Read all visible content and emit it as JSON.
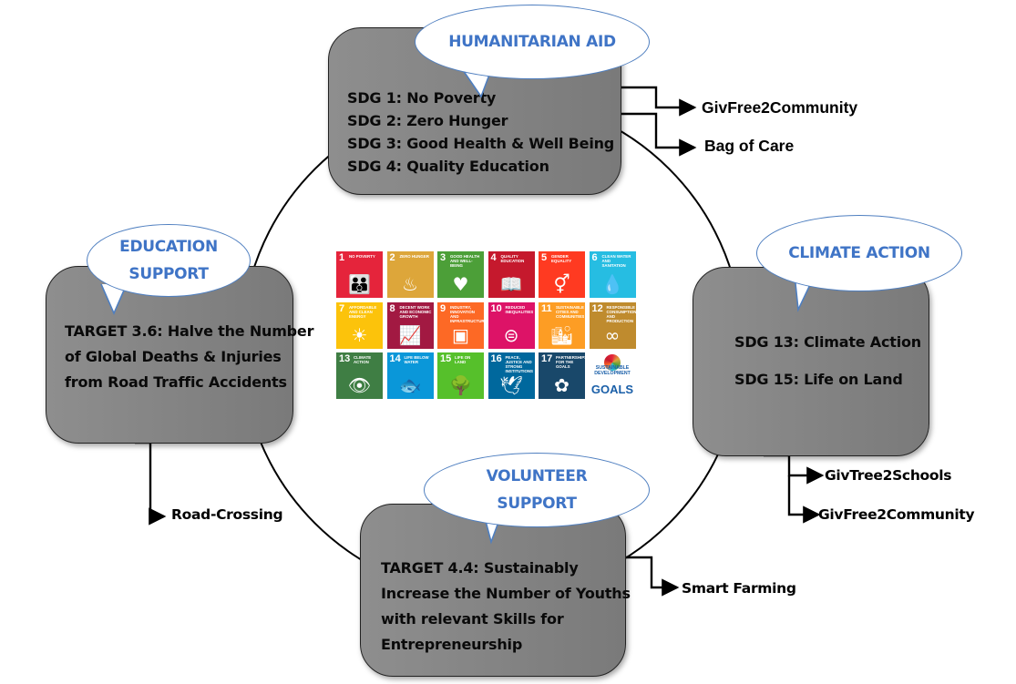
{
  "humanitarian_aid": {
    "bubble": "HUMANITARIAN AID",
    "lines": [
      "SDG 1: No Poverty",
      "SDG 2: Zero Hunger",
      "SDG 3: Good Health & Well Being",
      "SDG 4: Quality Education"
    ],
    "outputs": [
      "GivFree2Community",
      "Bag of Care"
    ]
  },
  "education_support": {
    "bubble": [
      "EDUCATION",
      "SUPPORT"
    ],
    "lines": [
      "TARGET 3.6: Halve the Number",
      "of Global Deaths & Injuries",
      "from Road Traffic Accidents"
    ],
    "outputs": [
      "Road-Crossing"
    ]
  },
  "climate_action": {
    "bubble": "CLIMATE ACTION",
    "lines": [
      "SDG 13: Climate Action",
      "SDG 15: Life on Land"
    ],
    "outputs": [
      "GivTree2Schools",
      "GivFree2Community"
    ]
  },
  "volunteer_support": {
    "bubble": [
      "VOLUNTEER",
      "SUPPORT"
    ],
    "lines": [
      "TARGET 4.4: Sustainably",
      "Increase the Number of Youths",
      "with relevant Skills for",
      "Entrepreneurship"
    ],
    "outputs": [
      "Smart Farming"
    ]
  },
  "sdg_tiles": [
    {
      "num": "1",
      "title": "No Poverty",
      "color": "#e5243b",
      "icon": "people-icon",
      "glyph": "👪"
    },
    {
      "num": "2",
      "title": "Zero Hunger",
      "color": "#dda63a",
      "icon": "bowl-icon",
      "glyph": "♨"
    },
    {
      "num": "3",
      "title": "Good Health and Well-Being",
      "color": "#4c9f38",
      "icon": "heartbeat-icon",
      "glyph": "♥"
    },
    {
      "num": "4",
      "title": "Quality Education",
      "color": "#c5192d",
      "icon": "book-icon",
      "glyph": "📖"
    },
    {
      "num": "5",
      "title": "Gender Equality",
      "color": "#ff3a21",
      "icon": "gender-icon",
      "glyph": "⚥"
    },
    {
      "num": "6",
      "title": "Clean Water and Sanitation",
      "color": "#26bde2",
      "icon": "water-icon",
      "glyph": "💧"
    },
    {
      "num": "7",
      "title": "Affordable and Clean Energy",
      "color": "#fcc30b",
      "icon": "sun-icon",
      "glyph": "☀"
    },
    {
      "num": "8",
      "title": "Decent Work and Economic Growth",
      "color": "#a21942",
      "icon": "growth-icon",
      "glyph": "📈"
    },
    {
      "num": "9",
      "title": "Industry, Innovation and Infrastructure",
      "color": "#fd6925",
      "icon": "cubes-icon",
      "glyph": "▣"
    },
    {
      "num": "10",
      "title": "Reduced Inequalities",
      "color": "#dd1367",
      "icon": "equal-icon",
      "glyph": "⊜"
    },
    {
      "num": "11",
      "title": "Sustainable Cities and Communities",
      "color": "#fd9d24",
      "icon": "city-icon",
      "glyph": "🏙"
    },
    {
      "num": "12",
      "title": "Responsible Consumption and Production",
      "color": "#bf8b2e",
      "icon": "infinity-icon",
      "glyph": "∞"
    },
    {
      "num": "13",
      "title": "Climate Action",
      "color": "#3f7e44",
      "icon": "eye-icon",
      "glyph": "👁"
    },
    {
      "num": "14",
      "title": "Life Below Water",
      "color": "#0a97d9",
      "icon": "fish-icon",
      "glyph": "🐟"
    },
    {
      "num": "15",
      "title": "Life on Land",
      "color": "#56c02b",
      "icon": "tree-icon",
      "glyph": "🌳"
    },
    {
      "num": "16",
      "title": "Peace, Justice and Strong Institutions",
      "color": "#00689d",
      "icon": "dove-icon",
      "glyph": "🕊"
    },
    {
      "num": "17",
      "title": "Partnerships for the Goals",
      "color": "#19486a",
      "icon": "flower-icon",
      "glyph": "✿"
    }
  ],
  "sdg_logo": {
    "title": "SUSTAINABLE DEVELOPMENT",
    "goals": "GOALS"
  }
}
